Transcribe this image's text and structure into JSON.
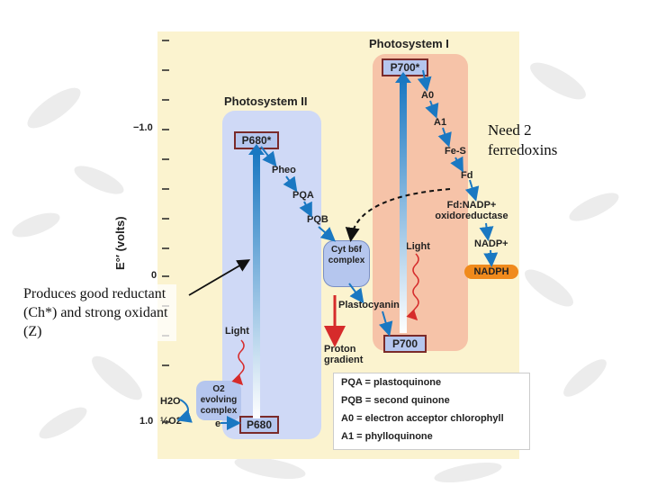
{
  "diagram": {
    "ps1_title": "Photosystem I",
    "ps2_title": "Photosystem II",
    "axis": {
      "label": "E°′ (volts)",
      "tick_neg1": "−1.0",
      "tick_0": "0",
      "tick_1": "1.0"
    },
    "ps2": {
      "p680_star": "P680*",
      "pheo": "Pheo",
      "pqa": "PQA",
      "pqb": "PQB",
      "light": "Light",
      "o2_complex": "O2 evolving complex",
      "h2o": "H2O",
      "half_o2": "½O2",
      "electron": "e−",
      "p680": "P680"
    },
    "cyt": "Cyt b6f complex",
    "plastocyanin": "Plastocyanin",
    "proton_gradient": "Proton gradient",
    "ps1": {
      "p700_star": "P700*",
      "a0": "A0",
      "a1": "A1",
      "fes": "Fe-S",
      "fd": "Fd",
      "fnr": "Fd:NADP+ oxidoreductase",
      "nadp": "NADP+",
      "nadph": "NADPH",
      "light": "Light",
      "p700": "P700"
    },
    "legend": [
      "PQA = plastoquinone",
      "PQB = second quinone",
      "A0 = electron acceptor chlorophyll",
      "A1 = phylloquinone"
    ]
  },
  "notes": {
    "right": "Need 2 ferredoxins",
    "left": "Produces good reductant (Ch*) and strong oxidant (Z)"
  },
  "colors": {
    "panel": "#fbf3cf",
    "ps2": "#cfd9f6",
    "ps1": "#f6c3a8",
    "arrow_blue": "#1a78c2",
    "red": "#d62b2b",
    "nadph": "#f08a1c"
  }
}
